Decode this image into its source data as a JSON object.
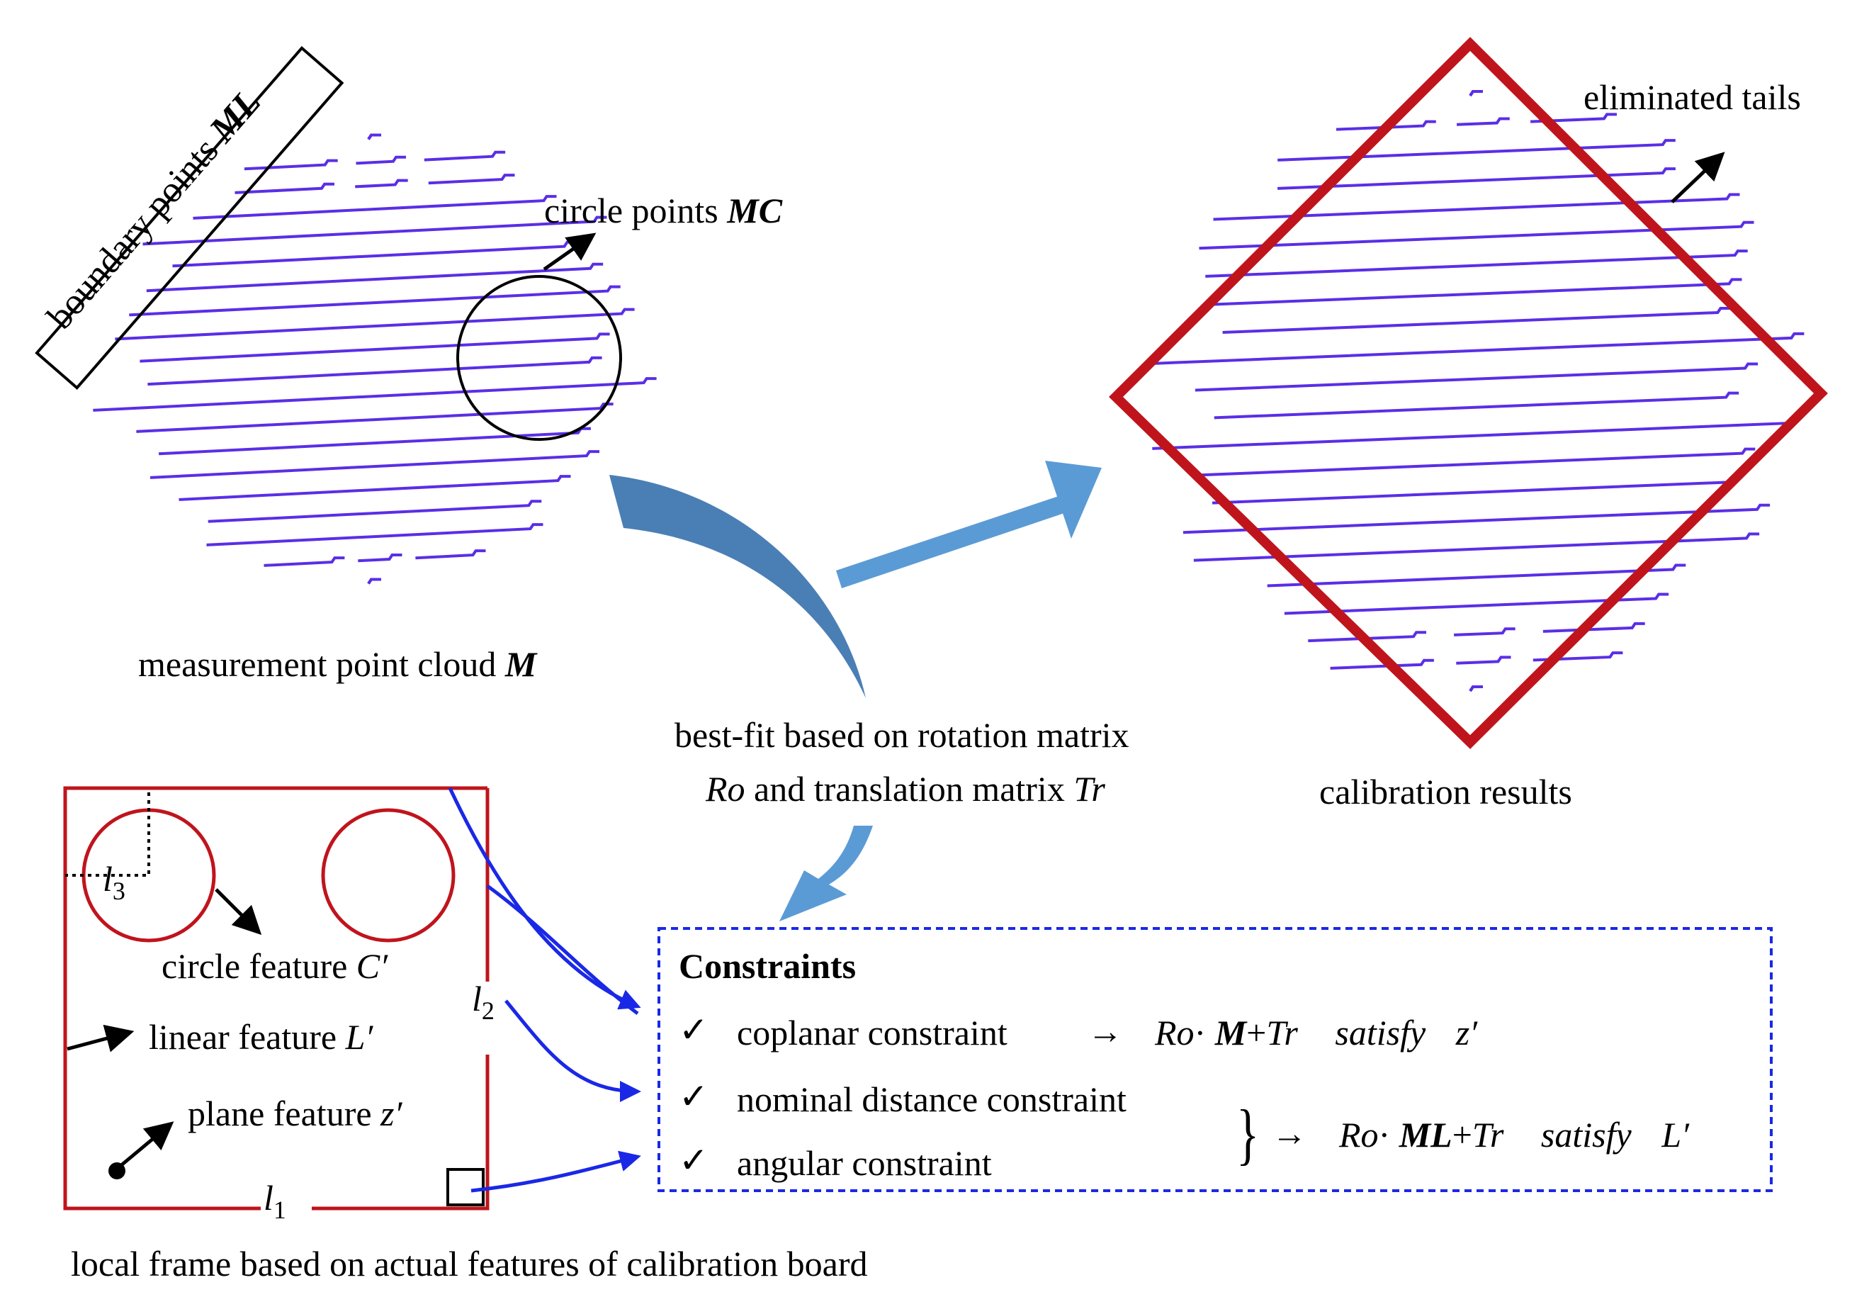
{
  "colors": {
    "scan_lines": "#5a2ee6",
    "diamond": "#c0141c",
    "board": "#c0141c",
    "fit_arrow": "#4a7fb5",
    "light_arrow": "#5b9bd5",
    "connector": "#1a28e6",
    "constraint_box": "#1a28e6"
  },
  "top_left": {
    "boundary_label": "boundary points ",
    "boundary_var": "ML",
    "circle_label": "circle points ",
    "circle_var": "MC",
    "caption": "measurement point cloud ",
    "caption_var": "M"
  },
  "top_right": {
    "tails_label": "eliminated tails",
    "caption": "calibration results"
  },
  "middle": {
    "line1": "best-fit based on rotation matrix",
    "line2_a": "Ro",
    "line2_b": " and translation matrix ",
    "line2_c": "Tr"
  },
  "board": {
    "l1": "l",
    "l1_sub": "1",
    "l2": "l",
    "l2_sub": "2",
    "l3": "l",
    "l3_sub": "3",
    "circle_feature": "circle feature ",
    "circle_var": "C′",
    "linear_feature": "linear feature ",
    "linear_var": "L′",
    "plane_feature": "plane feature ",
    "plane_var": "z′",
    "caption": "local frame based on actual features of calibration board"
  },
  "constraints": {
    "title": "Constraints",
    "check": "✓",
    "item1": "coplanar constraint",
    "item2": "nominal distance constraint",
    "item3": "angular constraint",
    "arrow": "→",
    "brace": "}",
    "eq1_ro": "Ro",
    "eq1_dot": "·",
    "eq1_m": "M",
    "eq1_plus": "+",
    "eq1_tr": "Tr",
    "eq1_sat": "satisfy",
    "eq1_z": "z′",
    "eq2_ro": "Ro",
    "eq2_dot": "·",
    "eq2_ml": "ML",
    "eq2_plus": "+",
    "eq2_tr": "Tr",
    "eq2_sat": "satisfy",
    "eq2_l": "L′"
  }
}
